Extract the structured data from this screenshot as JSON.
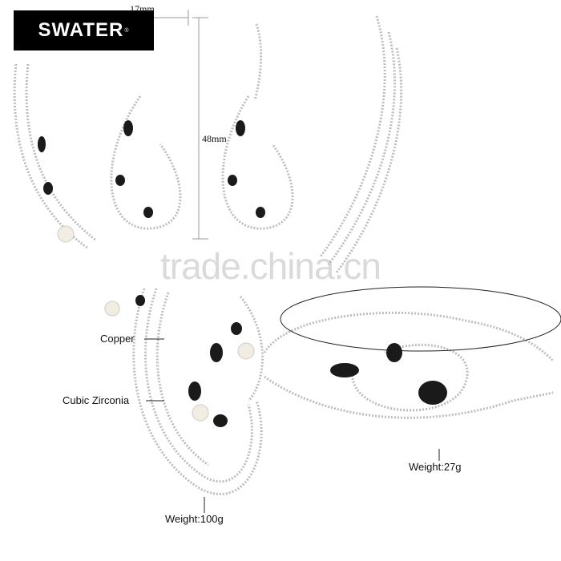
{
  "logo": {
    "text": "SWATER",
    "mark": "®"
  },
  "dimensions": {
    "width": "17mm",
    "height": "48mm"
  },
  "labels": {
    "copper": "Copper",
    "zirconia": "Cubic Zirconia",
    "necklace_weight": "Weight:100g",
    "bracelet_weight": "Weight:27g"
  },
  "watermark": "trade.china.cn",
  "colors": {
    "silver": "#c9c9c9",
    "stone": "#1a1a1a",
    "pearl": "#f2ece2"
  }
}
